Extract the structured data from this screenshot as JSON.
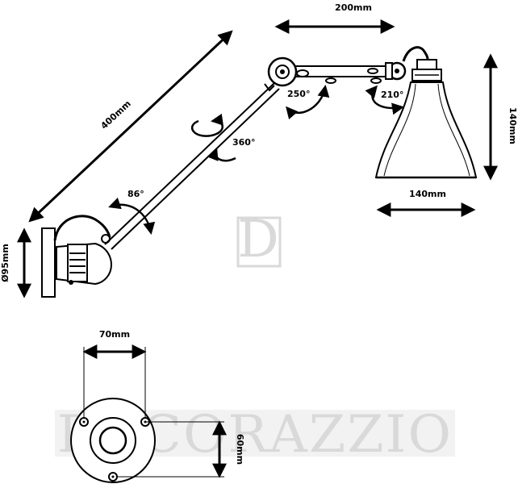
{
  "dimensions": {
    "arm_length": "400mm",
    "upper_arm": "200mm",
    "shade_height": "140mm",
    "shade_width": "140mm",
    "base_diameter": "Ø95mm",
    "mount_width": "70mm",
    "mount_height": "60mm"
  },
  "angles": {
    "base_pivot": "86°",
    "arm_rotation": "360°",
    "elbow": "250°",
    "shade_pivot": "210°"
  },
  "watermark": {
    "logo_letter": "D",
    "brand": "DECORAZZIO"
  },
  "colors": {
    "line": "#000000",
    "watermark": "#d9d9d9",
    "background": "#ffffff"
  }
}
